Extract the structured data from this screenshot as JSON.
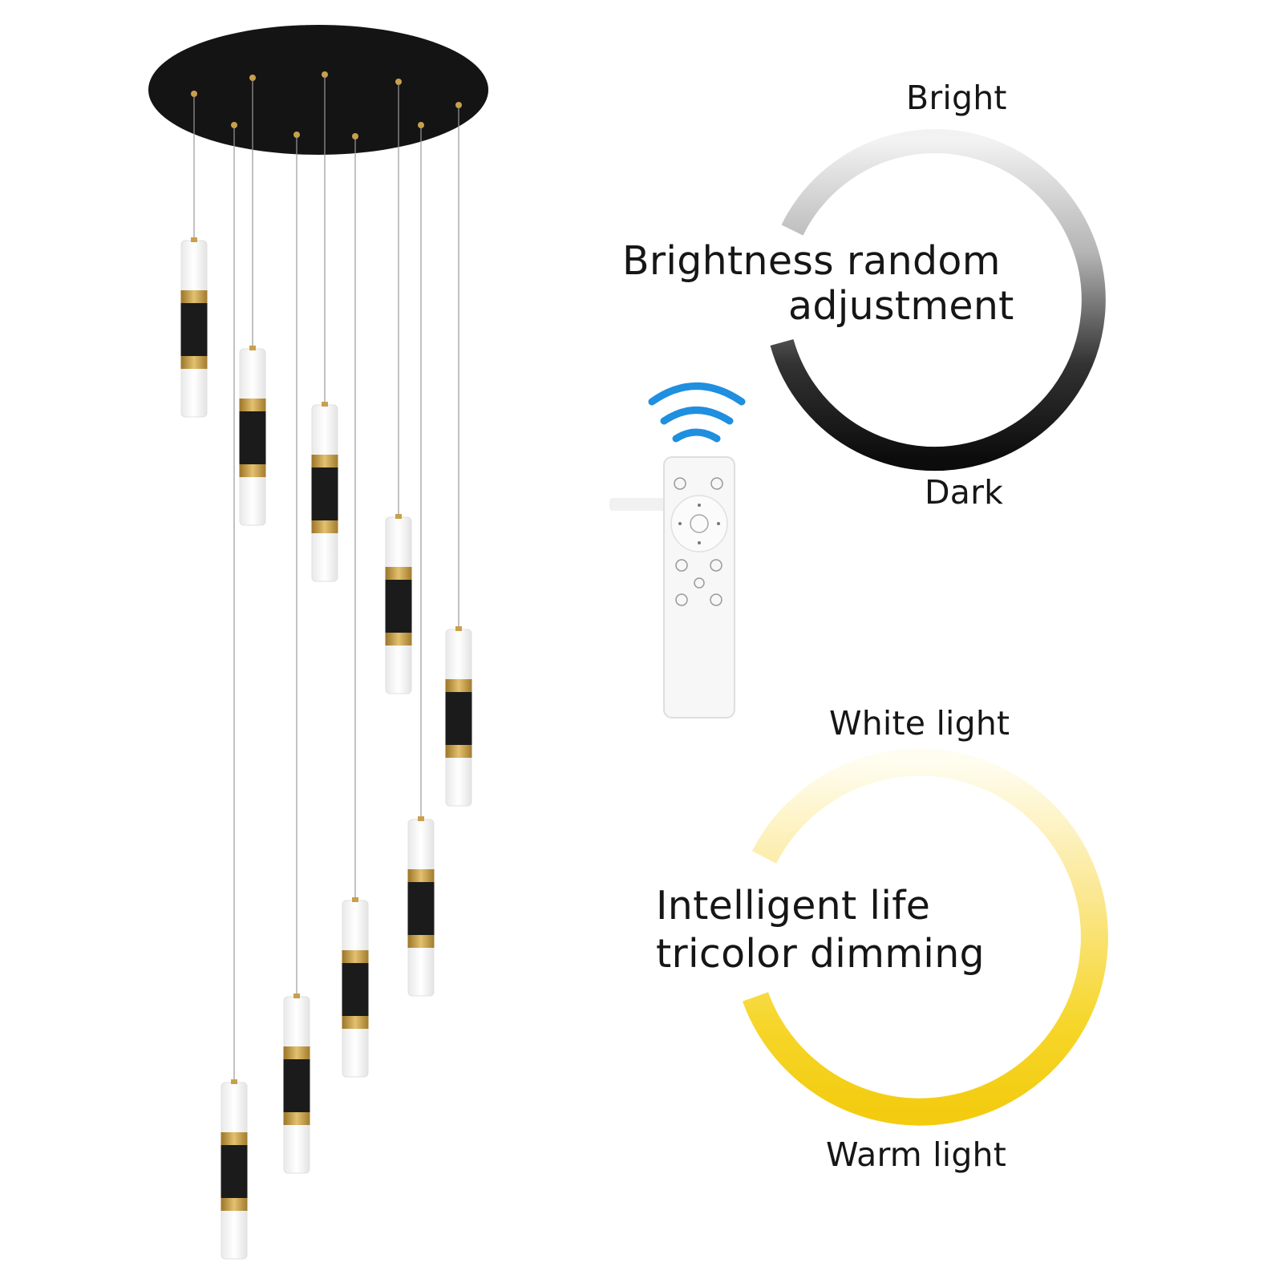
{
  "brightness": {
    "top_label": "Bright",
    "bottom_label": "Dark",
    "title_line1": "Brightness random",
    "title_line2": "adjustment"
  },
  "color_temperature": {
    "top_label": "White light",
    "bottom_label": "Warm light",
    "title_line1": "Intelligent life",
    "title_line2": "tricolor dimming"
  },
  "colors": {
    "ring_dark": "#111111",
    "ring_warm": "#f7d418",
    "brass": "#c9a04a",
    "canopy": "#141414",
    "signal": "#1f8fe0"
  },
  "icons": [
    "remote-control-icon",
    "wireless-signal-icon"
  ]
}
